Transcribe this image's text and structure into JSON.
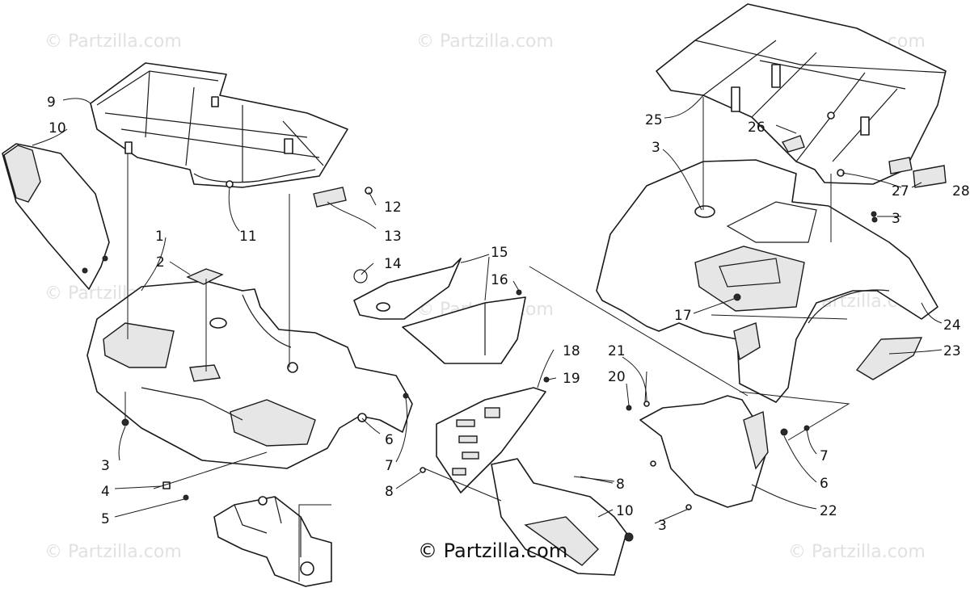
{
  "watermark": "© Partzilla.com",
  "brand": "© Partzilla.com",
  "callouts": {
    "c9": "9",
    "c10a": "10",
    "c1": "1",
    "c2": "2",
    "c11": "11",
    "c12": "12",
    "c13": "13",
    "c14": "14",
    "c15": "15",
    "c16": "16",
    "c3a": "3",
    "c4": "4",
    "c5": "5",
    "c6a": "6",
    "c7a": "7",
    "c8a": "8",
    "c18": "18",
    "c19": "19",
    "c8b": "8",
    "c10b": "10",
    "c3b": "3",
    "c25": "25",
    "c26": "26",
    "c3c": "3",
    "c27": "27",
    "c28": "28",
    "c3d": "3",
    "c17": "17",
    "c24": "24",
    "c23": "23",
    "c21": "21",
    "c20": "20",
    "c7b": "7",
    "c6b": "6",
    "c22": "22"
  }
}
